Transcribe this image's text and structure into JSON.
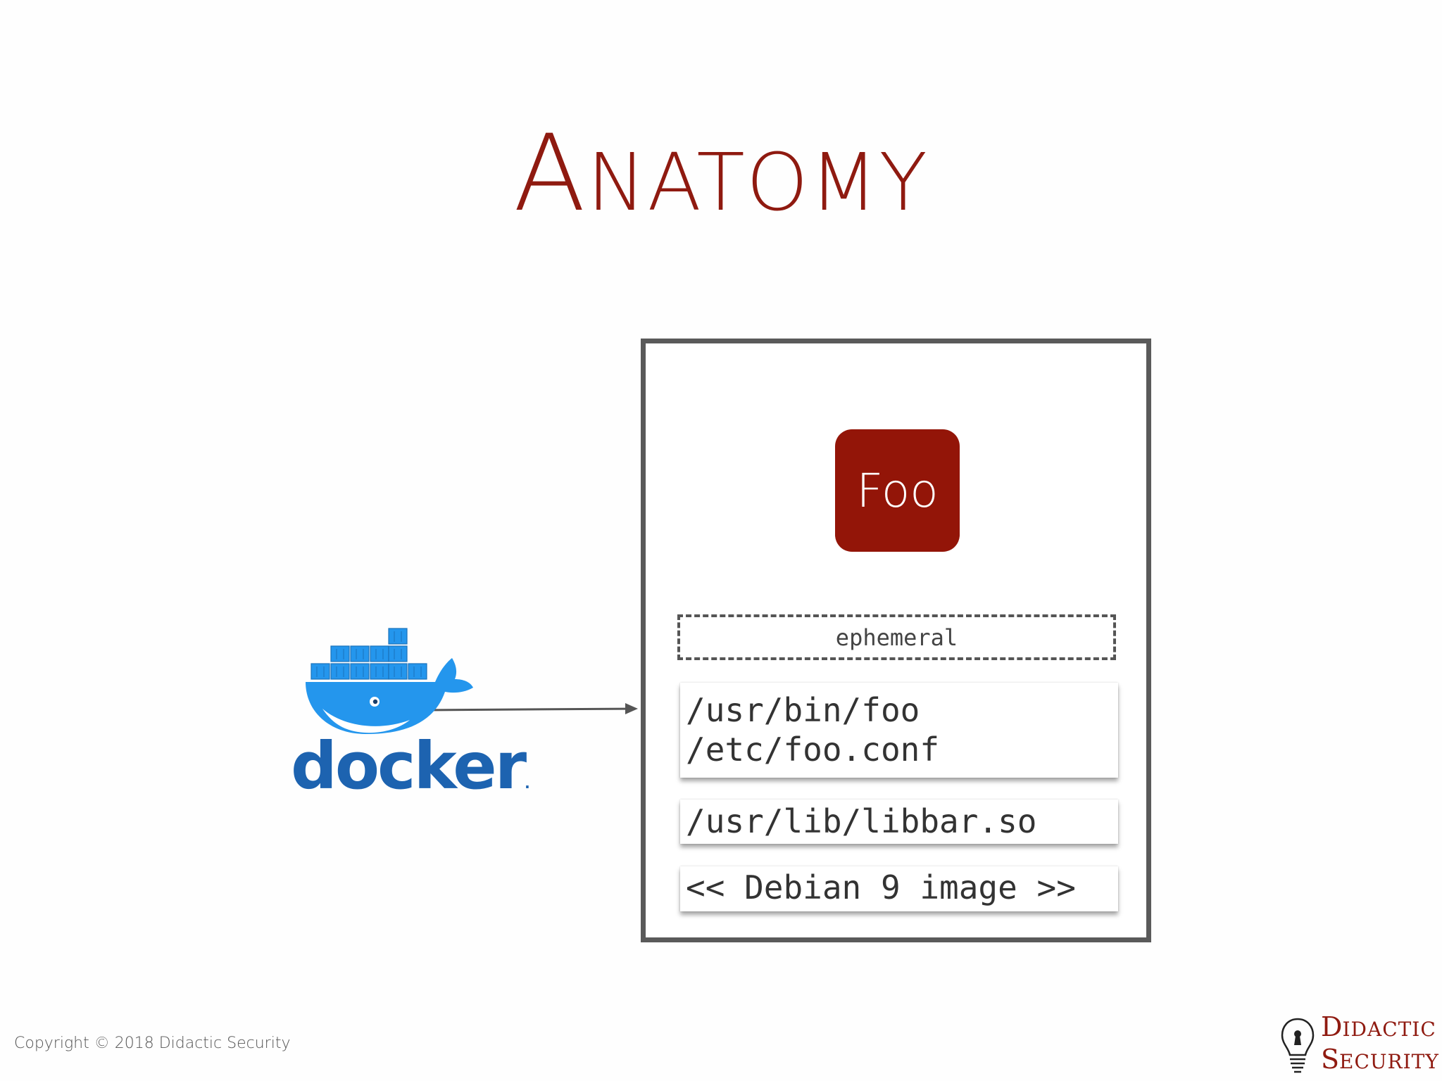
{
  "title": {
    "first_letter": "A",
    "rest": "NATOMY"
  },
  "container": {
    "app_label": "Foo",
    "ephemeral_label": "ephemeral",
    "layers": [
      {
        "lines": [
          "/usr/bin/foo",
          "/etc/foo.conf"
        ]
      },
      {
        "lines": [
          "/usr/lib/libbar.so"
        ]
      },
      {
        "lines": [
          "<< Debian 9 image >>"
        ]
      }
    ]
  },
  "docker": {
    "wordmark": "docker",
    "icon": "docker-whale-icon"
  },
  "footer": {
    "copyright": "Copyright © 2018 Didactic Security",
    "brand_line1_cap": "D",
    "brand_line1_rest": "IDACTIC",
    "brand_line2_cap": "S",
    "brand_line2_rest": "ECURITY",
    "brand_icon": "lightbulb-keyhole-icon"
  },
  "colors": {
    "accent": "#8f1a10",
    "app_badge": "#931508",
    "docker_blue": "#1d63b0",
    "whale_blue": "#2496ed",
    "box_border": "#5a5a5a"
  }
}
